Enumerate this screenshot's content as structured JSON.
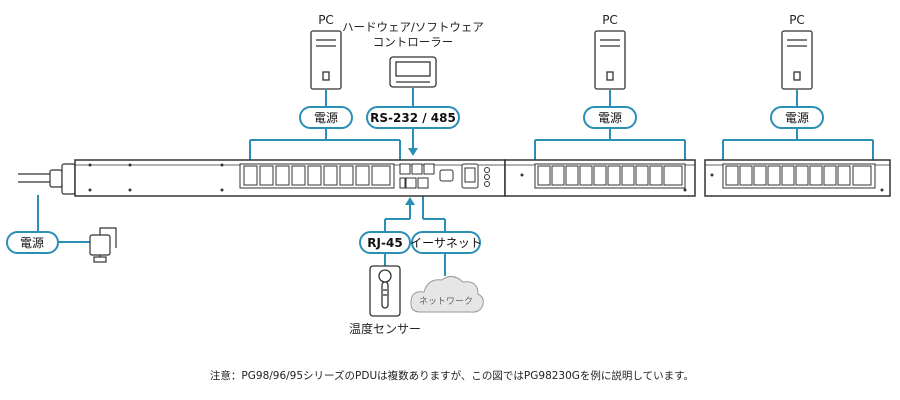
{
  "labels": {
    "pc_left": "PC",
    "pc_mid": "PC",
    "pc_right": "PC",
    "controller_line1": "ハードウェア/ソフトウェア",
    "controller_line2": "コントローラー",
    "power_pc_left": "電源",
    "power_pc_mid": "電源",
    "power_pc_right": "電源",
    "serial": "RS-232 / 485",
    "power_main": "電源",
    "rj45": "RJ-45",
    "ethernet": "イーサネット",
    "network": "ネットワーク",
    "temp_sensor": "温度センサー",
    "footnote": "注意：PG98/96/95シリーズのPDUは複数ありますが、この図ではPG98230Gを例に説明しています。"
  },
  "colors": {
    "connector": "#2b8fb5",
    "pill_border": "#2b8fb5",
    "device_stroke": "#333333",
    "network_fill": "#e6e6e6"
  },
  "icons": [
    "pc-icon",
    "controller-icon",
    "power-plug-icon",
    "temperature-sensor-icon",
    "network-cloud-icon",
    "pdu-unit"
  ]
}
